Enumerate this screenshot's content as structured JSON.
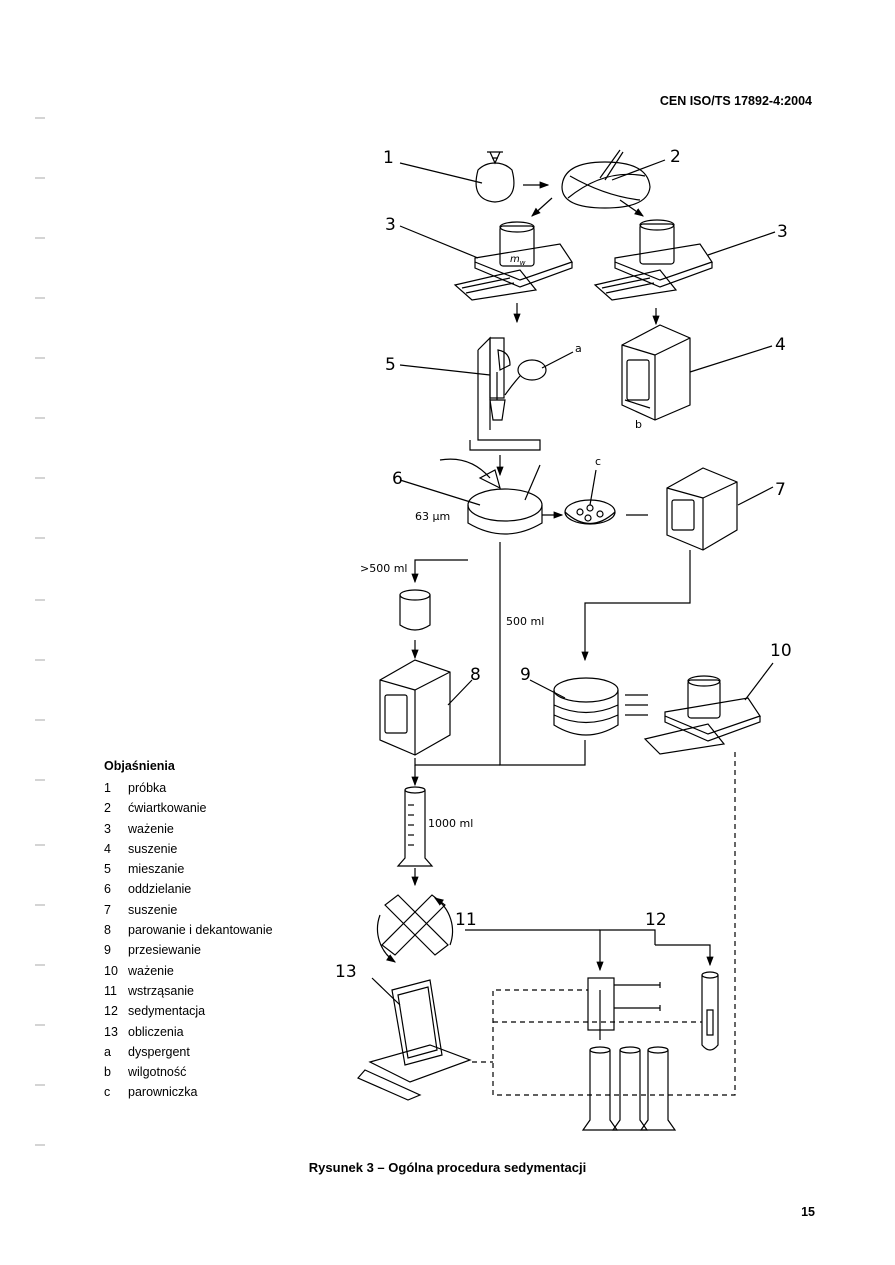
{
  "header": {
    "doc_id": "CEN ISO/TS 17892-4:2004"
  },
  "figure": {
    "callouts": [
      "1",
      "2",
      "3",
      "3",
      "4",
      "5",
      "6",
      "7",
      "8",
      "9",
      "10",
      "11",
      "12",
      "13"
    ],
    "letters": {
      "a": "a",
      "b": "b",
      "c": "c"
    },
    "labels": {
      "mesh": "63 μm",
      "over500": ">500 ml",
      "v500": "500 ml",
      "v1000": "1000 ml",
      "mass": "m",
      "mass_sub": "w"
    }
  },
  "legend": {
    "title": "Objaśnienia",
    "items": [
      {
        "key": "1",
        "text": "próbka"
      },
      {
        "key": "2",
        "text": "ćwiartkowanie"
      },
      {
        "key": "3",
        "text": "ważenie"
      },
      {
        "key": "4",
        "text": "suszenie"
      },
      {
        "key": "5",
        "text": "mieszanie"
      },
      {
        "key": "6",
        "text": "oddzielanie"
      },
      {
        "key": "7",
        "text": "suszenie"
      },
      {
        "key": "8",
        "text": "parowanie i dekantowanie"
      },
      {
        "key": "9",
        "text": "przesiewanie"
      },
      {
        "key": "10",
        "text": "ważenie"
      },
      {
        "key": "11",
        "text": "wstrząsanie"
      },
      {
        "key": "12",
        "text": "sedymentacja"
      },
      {
        "key": "13",
        "text": "obliczenia"
      },
      {
        "key": "a",
        "text": "dyspergent"
      },
      {
        "key": "b",
        "text": "wilgotność"
      },
      {
        "key": "c",
        "text": "parowniczka"
      }
    ]
  },
  "caption": "Rysunek 3 – Ogólna procedura sedymentacji",
  "page_number": "15"
}
